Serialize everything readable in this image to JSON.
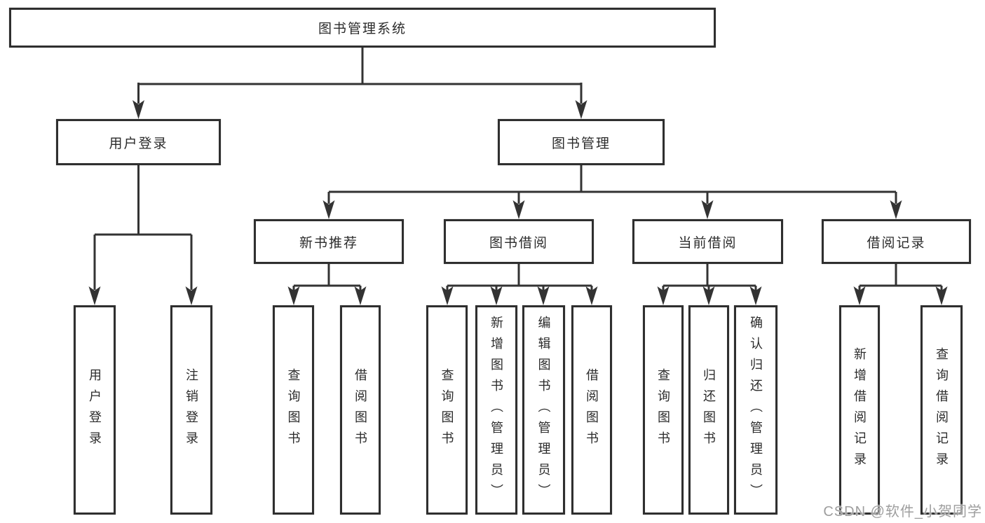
{
  "colors": {
    "background": "#ffffff",
    "line": "#333333",
    "box_border": "#2f2f2f",
    "text": "#2b2b2b",
    "watermark": "#9e9e9e"
  },
  "watermark": {
    "text": "CSDN @软件_小贺同学"
  },
  "tree": {
    "root": {
      "label": "图书管理系统",
      "children": [
        {
          "label": "用户登录",
          "children": [
            {
              "label": "用户登录"
            },
            {
              "label": "注销登录"
            }
          ]
        },
        {
          "label": "图书管理",
          "children": [
            {
              "label": "新书推荐",
              "children": [
                {
                  "label": "查询图书"
                },
                {
                  "label": "借阅图书"
                }
              ]
            },
            {
              "label": "图书借阅",
              "children": [
                {
                  "label": "查询图书"
                },
                {
                  "label": "新增图书（管理员）"
                },
                {
                  "label": "编辑图书（管理员）"
                },
                {
                  "label": "借阅图书"
                }
              ]
            },
            {
              "label": "当前借阅",
              "children": [
                {
                  "label": "查询图书"
                },
                {
                  "label": "归还图书"
                },
                {
                  "label": "确认归还（管理员）"
                }
              ]
            },
            {
              "label": "借阅记录",
              "children": [
                {
                  "label": "新增借阅记录"
                },
                {
                  "label": "查询借阅记录"
                }
              ]
            }
          ]
        }
      ]
    }
  }
}
